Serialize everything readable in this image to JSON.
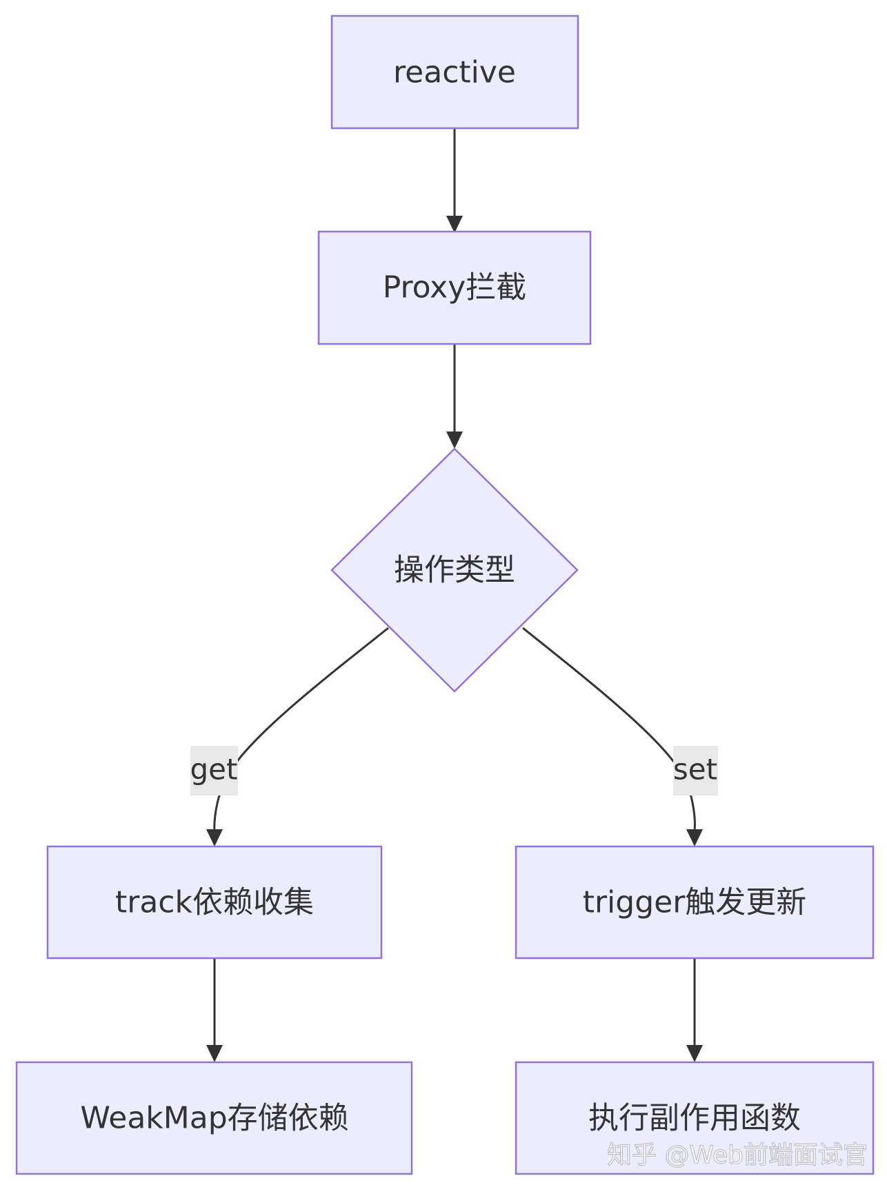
{
  "flowchart": {
    "nodes": {
      "reactive": "reactive",
      "proxy": "Proxy拦截",
      "op_type": "操作类型",
      "track": "track依赖收集",
      "trigger": "trigger触发更新",
      "weakmap": "WeakMap存储依赖",
      "effect": "执行副作用函数"
    },
    "edge_labels": {
      "get": "get",
      "set": "set"
    }
  },
  "watermark": "知乎 @Web前端面试官",
  "colors": {
    "node_fill": "#ececff",
    "node_stroke": "#9370db",
    "edge": "#333333",
    "text": "#333333",
    "label_bg": "#e8e8e8"
  }
}
